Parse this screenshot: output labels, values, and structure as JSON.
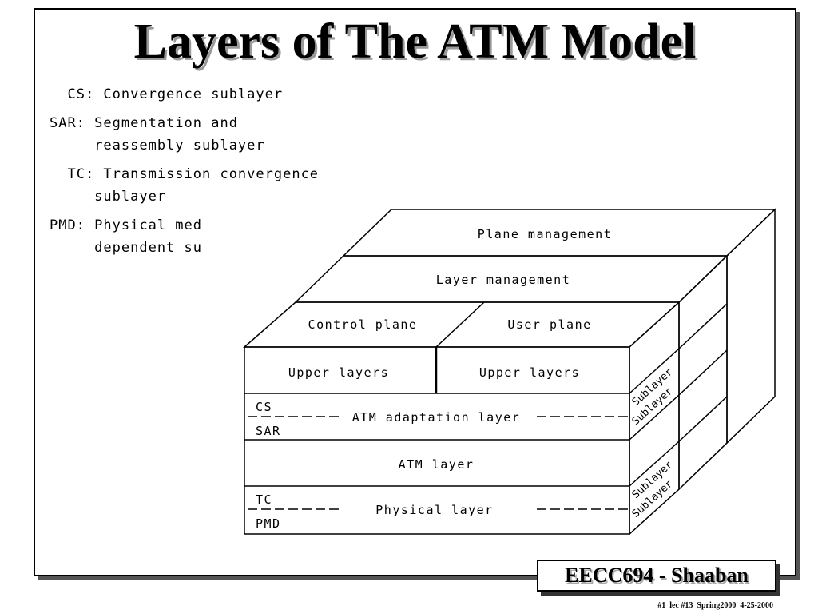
{
  "slide": {
    "title": "Layers of The ATM Model",
    "badge": "EECC694 - Shaaban",
    "footer": "#1  lec #13  Spring2000  4-25-2000"
  },
  "legend": [
    {
      "line1": "  CS: Convergence sublayer",
      "line2": ""
    },
    {
      "line1": "SAR: Segmentation and",
      "line2": "     reassembly sublayer"
    },
    {
      "line1": "  TC: Transmission convergence",
      "line2": "     sublayer"
    },
    {
      "line1": "PMD: Physical med",
      "line2": "     dependent su"
    }
  ],
  "diagram": {
    "plane_management": "Plane management",
    "layer_management": "Layer management",
    "control_plane": "Control plane",
    "user_plane": "User plane",
    "upper_layers_left": "Upper layers",
    "upper_layers_right": "Upper layers",
    "aal": "ATM adaptation layer",
    "aal_top_sub": "CS",
    "aal_bottom_sub": "SAR",
    "atm_layer": "ATM layer",
    "physical_layer": "Physical layer",
    "phys_top_sub": "TC",
    "phys_bottom_sub": "PMD",
    "side_sublayer_1": "Sublayer",
    "side_sublayer_2": "Sublayer",
    "side_sublayer_3": "Sublayer",
    "side_sublayer_4": "Sublayer"
  }
}
